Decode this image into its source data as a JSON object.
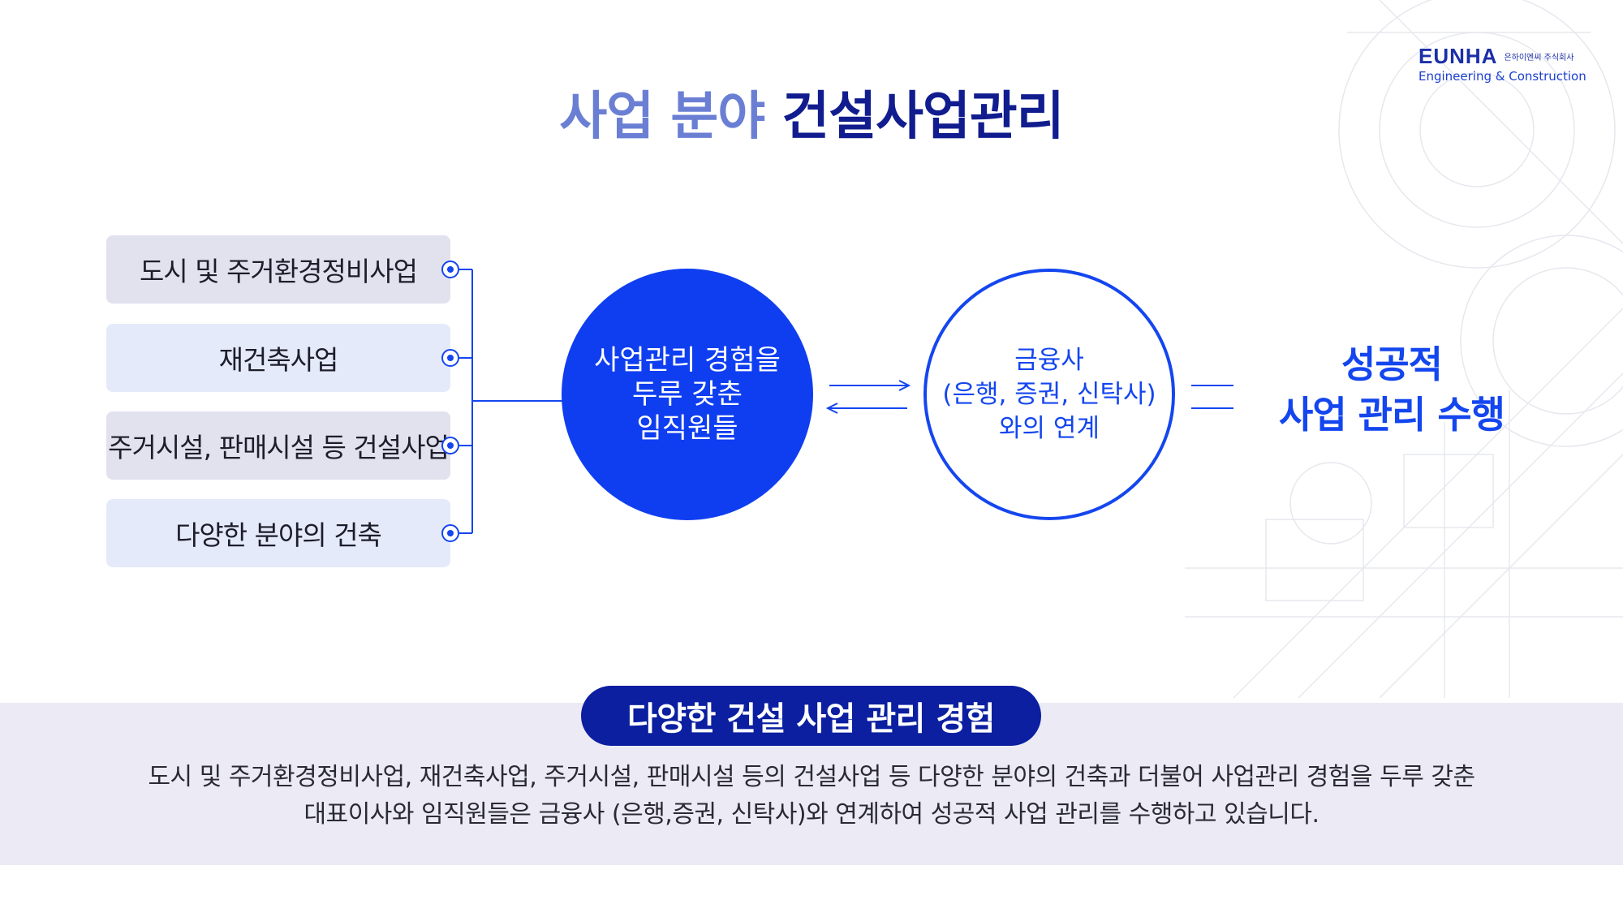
{
  "logo": {
    "brand": "EUNHA",
    "korean_name": "은하이엔씨 주식회사",
    "subtitle": "Engineering & Construction"
  },
  "title": {
    "light_part": "사업 분야",
    "bold_part": "건설사업관리"
  },
  "fields": [
    {
      "label": "도시 및 주거환경정비사업"
    },
    {
      "label": "재건축사업"
    },
    {
      "label": "주거시설, 판매시설 등 건설사업"
    },
    {
      "label": "다양한 분야의 건축"
    }
  ],
  "staff_circle": {
    "lines": [
      "사업관리 경험을",
      "두루 갖춘",
      "임직원들"
    ]
  },
  "finance_circle": {
    "lines": [
      "금융사",
      "(은행, 증권, 신탁사)",
      "와의 연계"
    ]
  },
  "outcome": {
    "lines": [
      "성공적",
      "사업 관리 수행"
    ]
  },
  "summary": {
    "heading": "다양한 건설 사업 관리 경험",
    "lines": [
      "도시 및 주거환경정비사업, 재건축사업, 주거시설, 판매시설 등의 건설사업 등 다양한 분야의 건축과 더불어 사업관리 경험을 두루 갖춘",
      "대표이사와 임직원들은 금융사 (은행,증권, 신탁사)와 연계하여 성공적 사업 관리를 수행하고 있습니다."
    ]
  },
  "colors": {
    "primary_blue": "#1446ef",
    "navy": "#111d8e",
    "title_light": "#6a7fd4",
    "box_gray": "#e2e1ee",
    "box_blue": "#e5eafb",
    "band": "#ecebf5"
  }
}
